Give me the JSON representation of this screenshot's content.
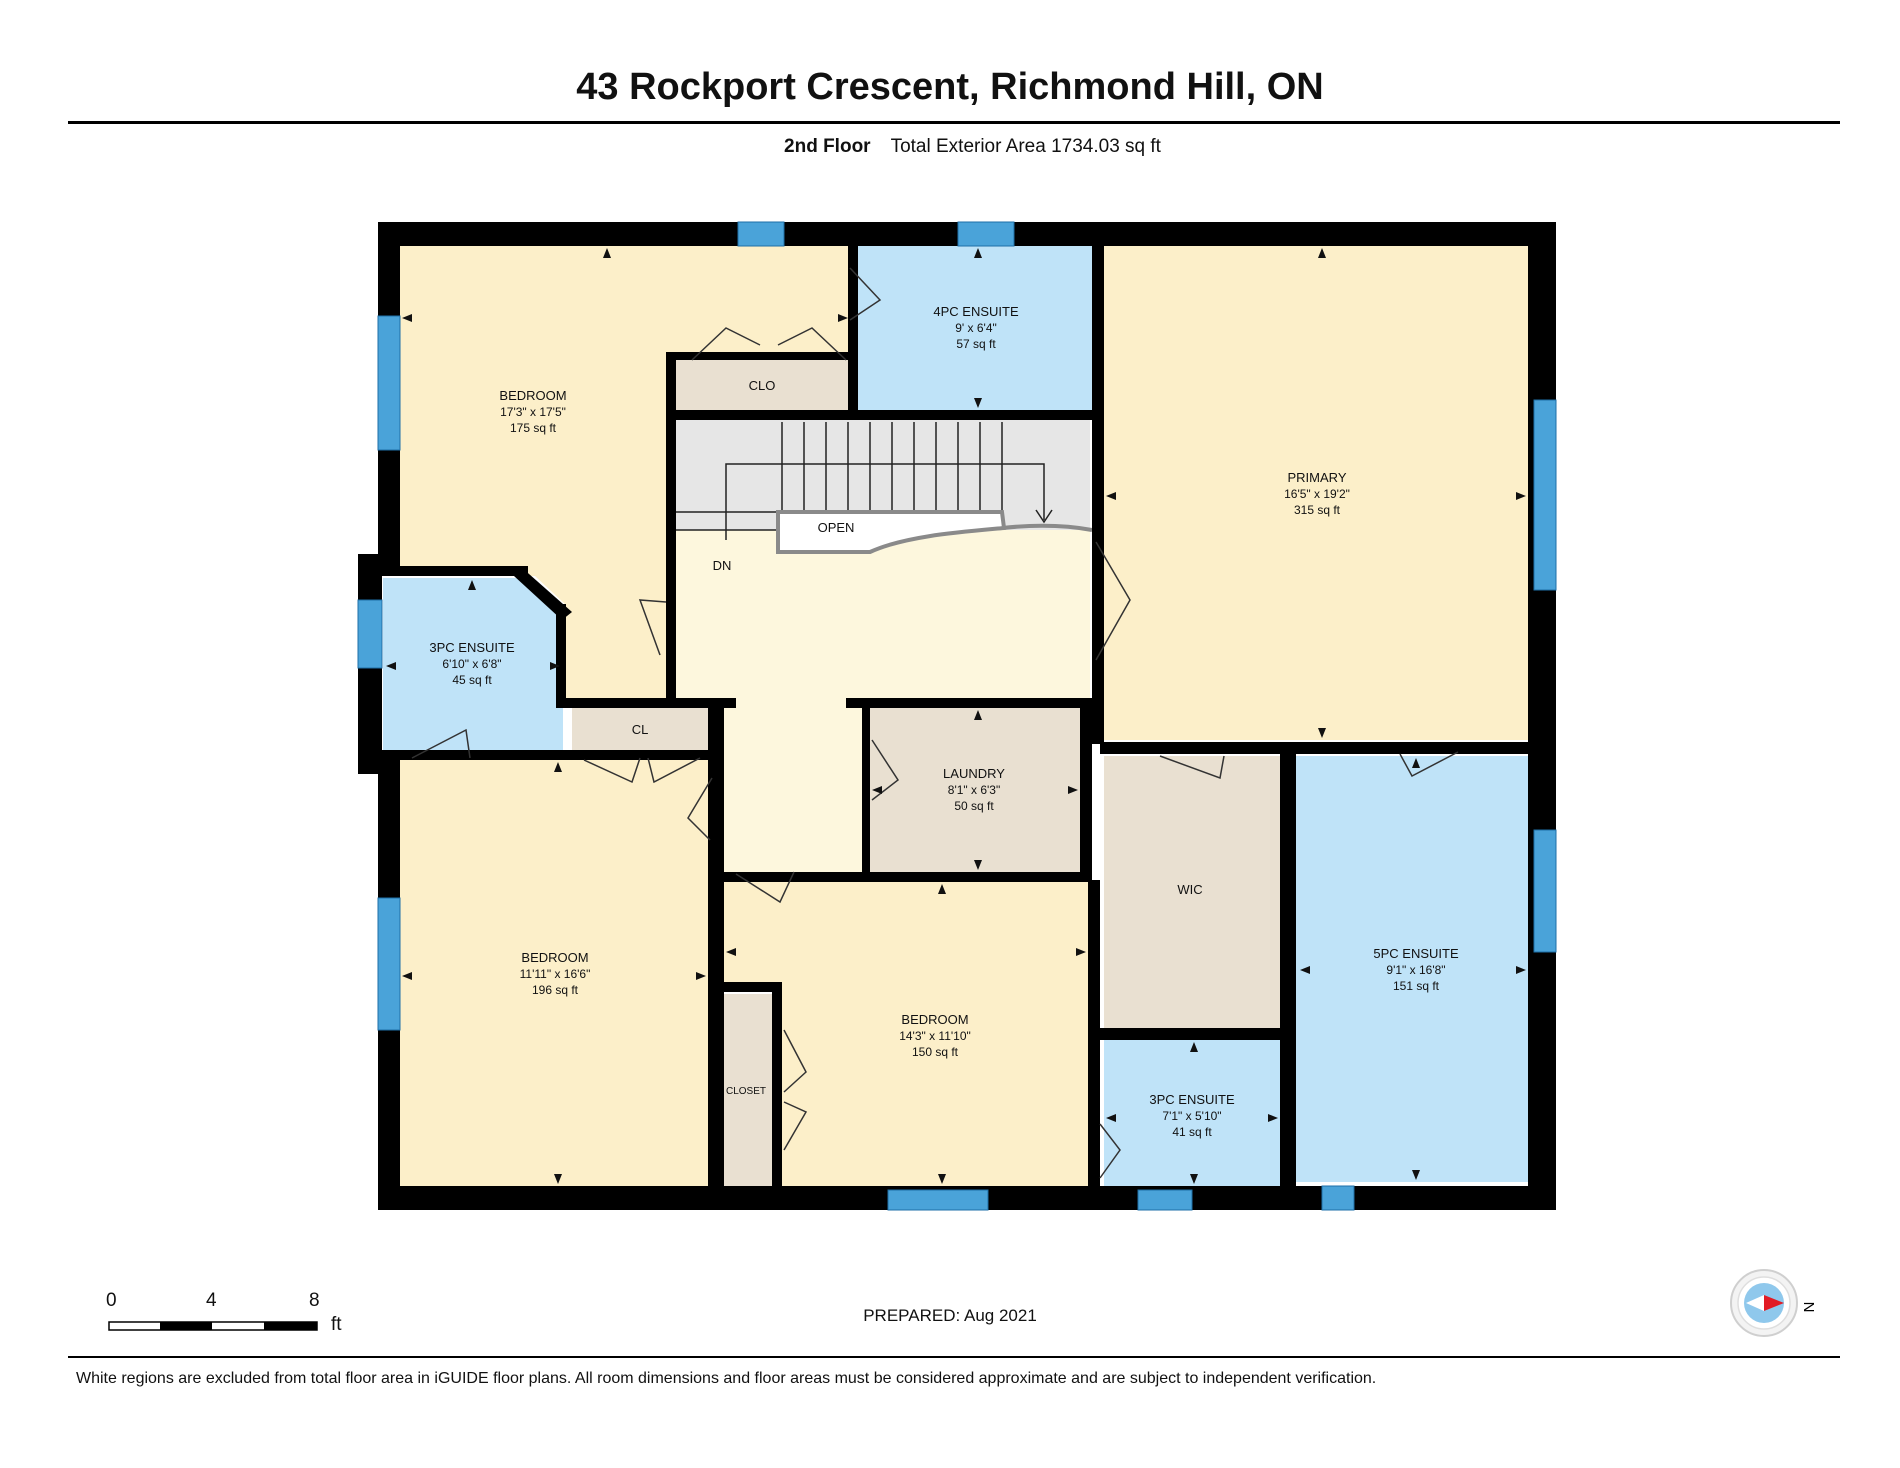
{
  "header": {
    "address": "43 Rockport Crescent, Richmond Hill, ON",
    "floor": "2nd Floor",
    "area": "Total Exterior Area 1734.03 sq ft"
  },
  "rooms": {
    "bedroom_nw": {
      "name": "BEDROOM",
      "dims": "17'3\" x 17'5\"",
      "area": "175 sq ft"
    },
    "ensuite_4pc": {
      "name": "4PC ENSUITE",
      "dims": "9' x 6'4\"",
      "area": "57 sq ft"
    },
    "primary": {
      "name": "PRIMARY",
      "dims": "16'5\" x 19'2\"",
      "area": "315 sq ft"
    },
    "ensuite_3pc_w": {
      "name": "3PC ENSUITE",
      "dims": "6'10\" x 6'8\"",
      "area": "45 sq ft"
    },
    "laundry": {
      "name": "LAUNDRY",
      "dims": "8'1\" x 6'3\"",
      "area": "50 sq ft"
    },
    "bedroom_sw": {
      "name": "BEDROOM",
      "dims": "11'11\" x 16'6\"",
      "area": "196 sq ft"
    },
    "bedroom_s": {
      "name": "BEDROOM",
      "dims": "14'3\" x 11'10\"",
      "area": "150 sq ft"
    },
    "ensuite_3pc_s": {
      "name": "3PC ENSUITE",
      "dims": "7'1\" x 5'10\"",
      "area": "41 sq ft"
    },
    "ensuite_5pc": {
      "name": "5PC ENSUITE",
      "dims": "9'1\" x 16'8\"",
      "area": "151 sq ft"
    }
  },
  "labels": {
    "clo": "CLO",
    "cl": "CL",
    "open": "OPEN",
    "dn": "DN",
    "wic": "WIC",
    "closet": "CLOSET"
  },
  "scale": {
    "t0": "0",
    "t1": "4",
    "t2": "8",
    "unit": "ft"
  },
  "prepared": "PREPARED: Aug 2021",
  "compass_label": "N",
  "footer": "White regions are excluded from total floor area in iGUIDE floor plans. All room dimensions and floor areas must be considered approximate and are subject to independent verification.",
  "colors": {
    "bedroom": "#fcefc9",
    "bath": "#bfe3f8",
    "utility": "#e9e0d1",
    "hall": "#fdf7dd",
    "stairs": "#e6e6e6",
    "wall": "#000000",
    "window": "#4aa3d9"
  }
}
